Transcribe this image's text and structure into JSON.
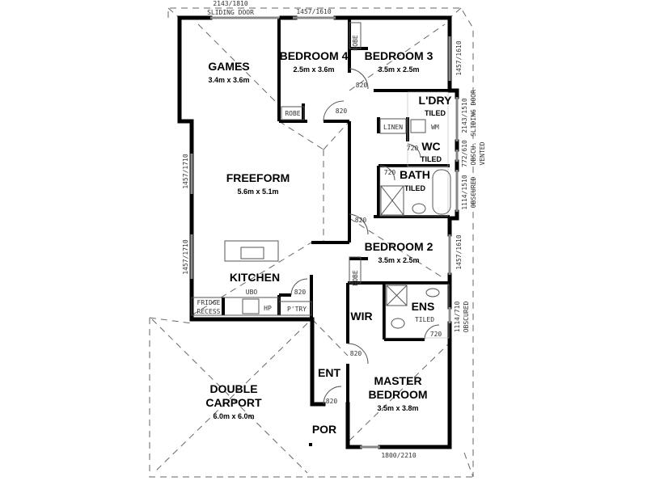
{
  "rooms": {
    "games": {
      "name": "GAMES",
      "size": "3.4m x 3.6m"
    },
    "bedroom4": {
      "name": "BEDROOM 4",
      "size": "2.5m x 3.6m"
    },
    "bedroom3": {
      "name": "BEDROOM 3",
      "size": "3.5m x 2.5m"
    },
    "laundry": {
      "name": "L'DRY",
      "finish": "TILED"
    },
    "wc": {
      "name": "WC",
      "finish": "TILED"
    },
    "bath": {
      "name": "BATH",
      "finish": "TILED"
    },
    "freeform": {
      "name": "FREEFORM",
      "size": "5.6m x 5.1m"
    },
    "bedroom2": {
      "name": "BEDROOM 2",
      "size": "3.5m x 2.5m"
    },
    "kitchen": {
      "name": "KITCHEN"
    },
    "wir": {
      "name": "WIR"
    },
    "ensuite": {
      "name": "ENS",
      "finish": "TILED"
    },
    "entry": {
      "name": "ENT"
    },
    "master": {
      "name": "MASTER",
      "name2": "BEDROOM",
      "size": "3.5m x 3.8m"
    },
    "carport": {
      "name": "DOUBLE",
      "name2": "CARPORT",
      "size": "6.0m x 6.0m"
    },
    "porch": {
      "name": "POR"
    }
  },
  "fixtures": {
    "robe": "ROBE",
    "linen": "LINEN",
    "wm": "WM",
    "fridge1": "FRIDGE",
    "fridge2": "RECESS",
    "ubo": "UBO",
    "hp": "HP",
    "pantry": "P'TRY"
  },
  "doors": {
    "d820": "820",
    "d720": "720"
  },
  "windows": {
    "top_sliding_size": "2143/1810",
    "top_sliding_label": "SLIDING DOOR",
    "top_bed4": "1457/1610",
    "right_bed3": "1457/1610",
    "right_ldry_size": "2143/1510",
    "right_ldry_label": "SLIDING DOOR",
    "right_wc_size": "772/610",
    "right_wc_label1": "OBSCU.",
    "right_wc_label2": "VENTED",
    "right_bath_size": "1114/1510",
    "right_bath_label": "OBSCURED",
    "right_bed2": "1457/1610",
    "right_ens_size": "1114/710",
    "right_ens_label": "OBSCURED",
    "left_upper": "1457/1710",
    "left_lower": "1457/1710",
    "bottom_master": "1800/2210"
  }
}
